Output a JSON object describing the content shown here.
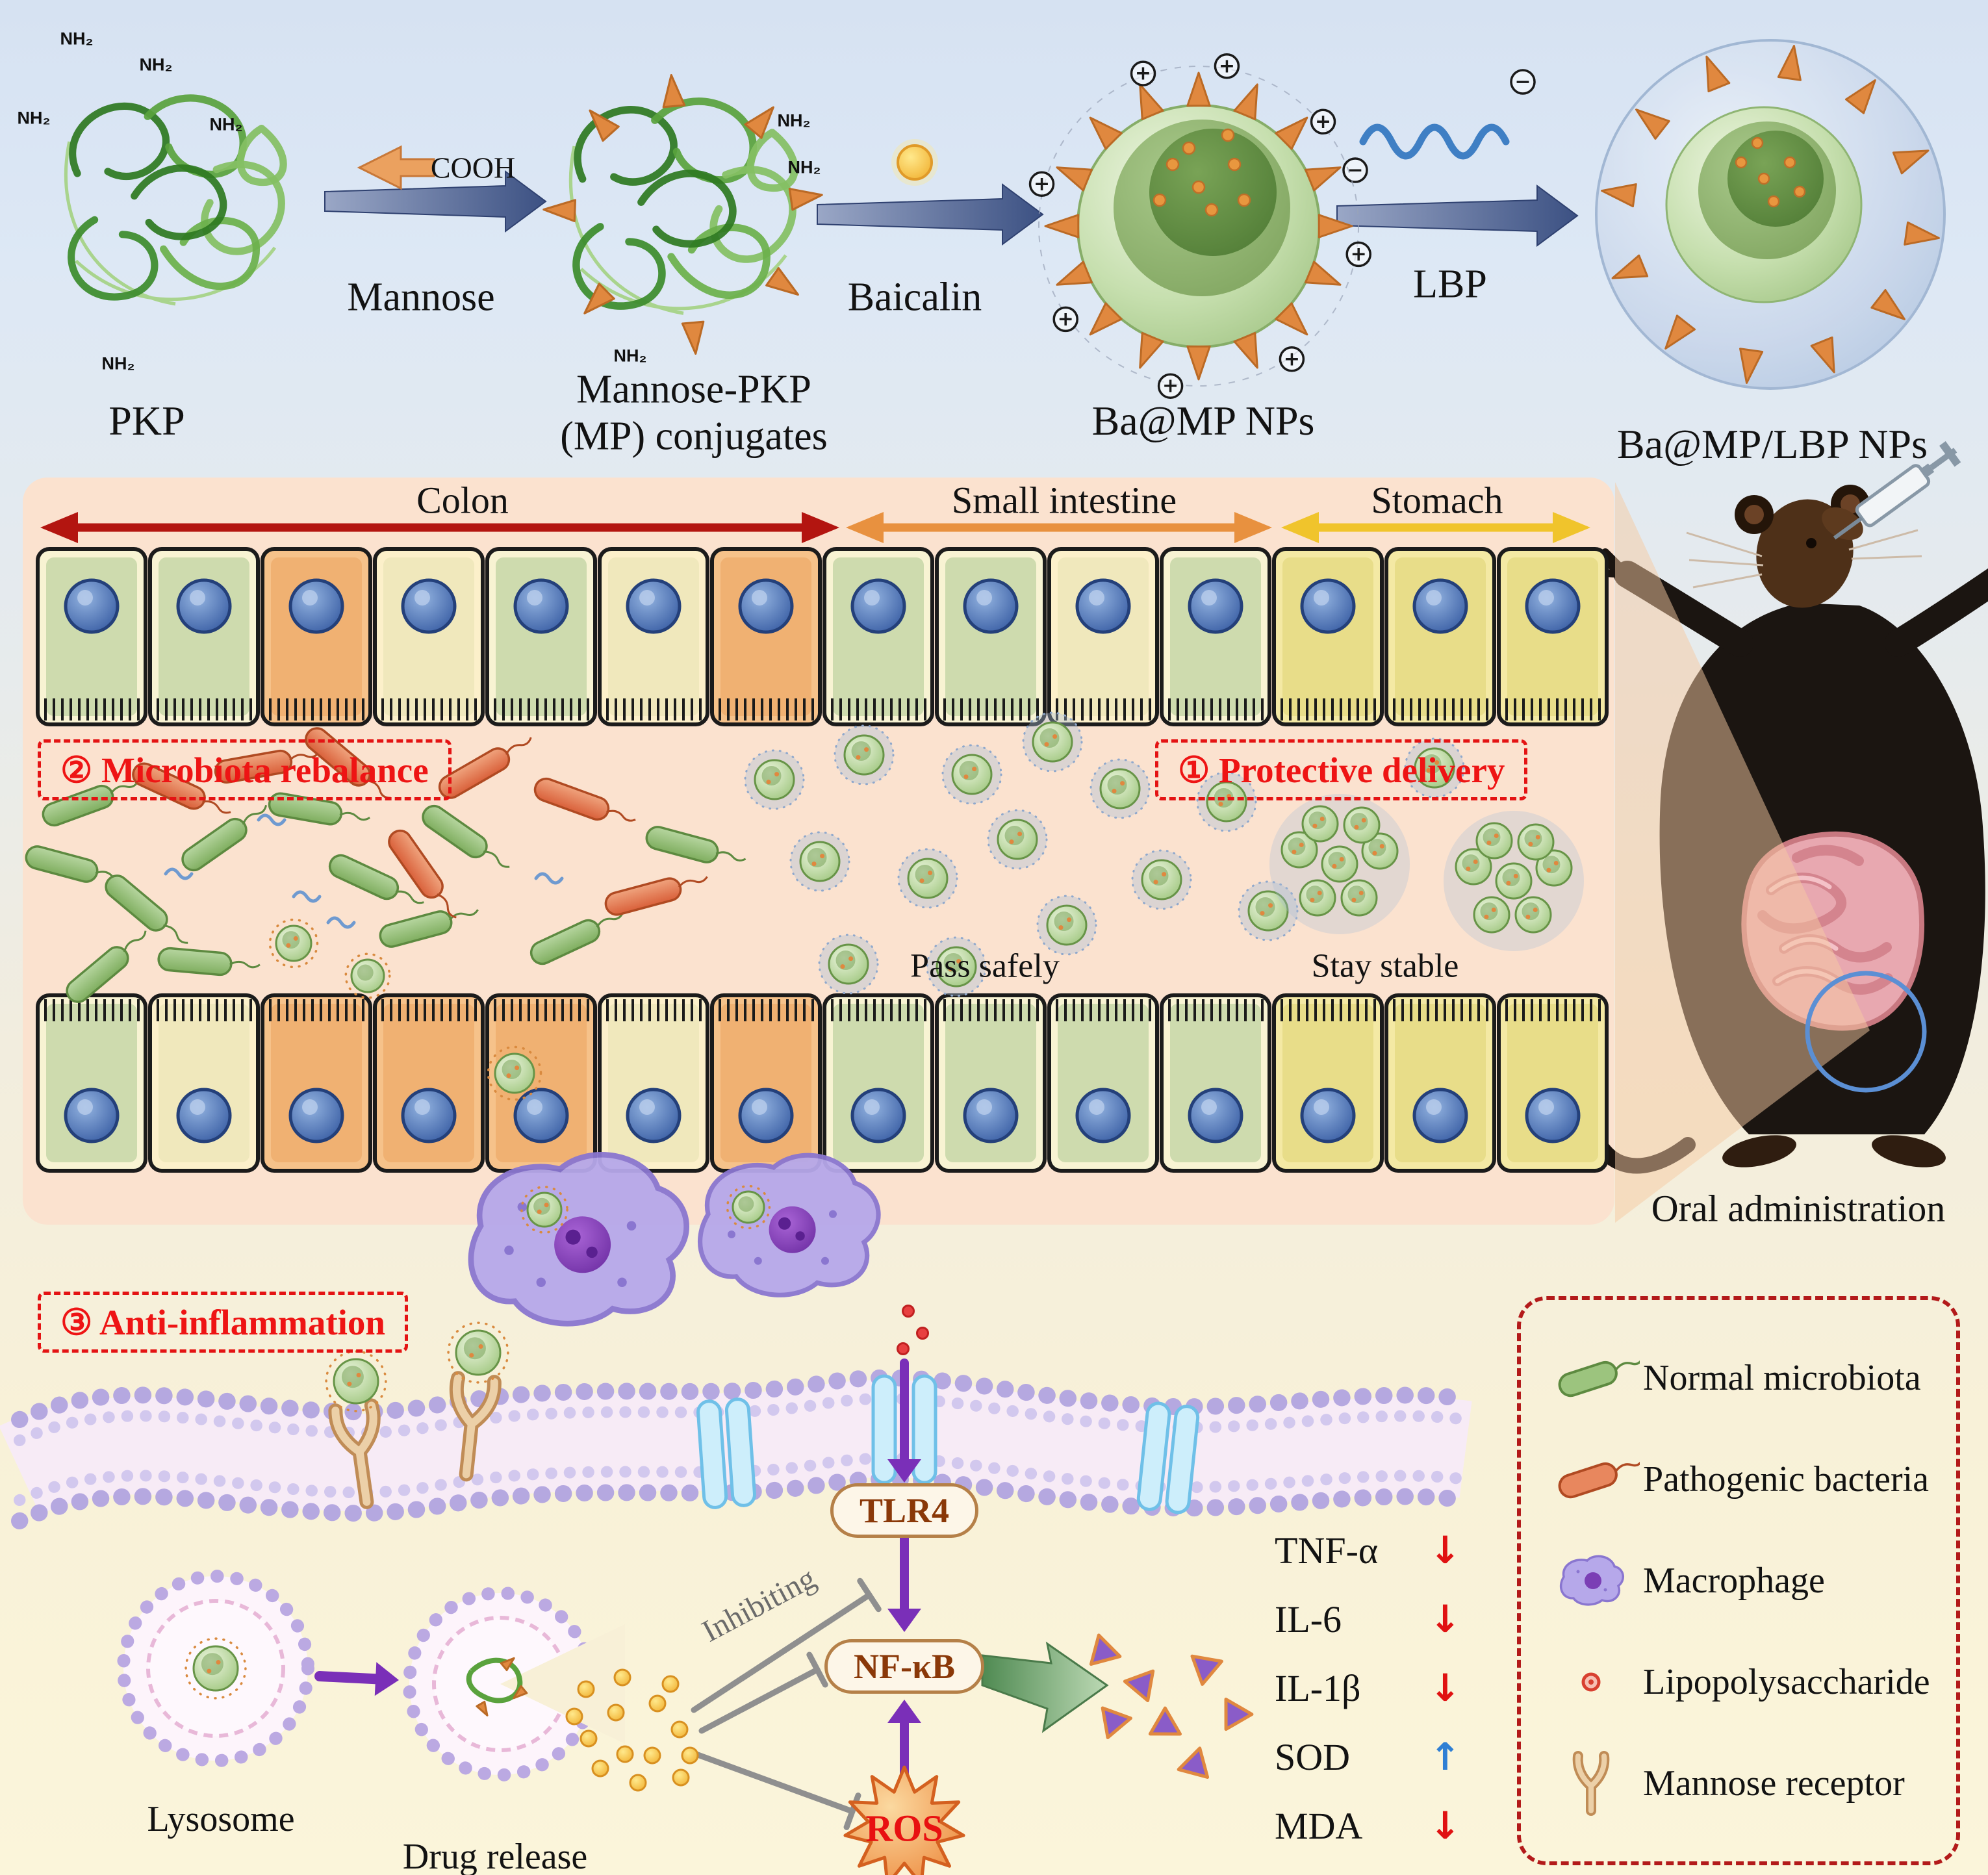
{
  "title": "Oral Ba@MP/LBP nanoparticle delivery schematic",
  "colors": {
    "accent_red": "#e41313",
    "arrow_blue": "#3c5183",
    "np_green": "#8fbf6f",
    "membrane_purple": "#b5a8e0",
    "panel_peach": "#fbe2cf"
  },
  "synthesis": {
    "pkp_label": "PKP",
    "nh2": "NH₂",
    "cooh": "COOH",
    "step1_reagent": "Mannose",
    "mp_label_line1": "Mannose-PKP",
    "mp_label_line2": "(MP) conjugates",
    "step2_reagent": "Baicalin",
    "bamp_label": "Ba@MP NPs",
    "step3_reagent": "LBP",
    "bamplbp_label": "Ba@MP/LBP NPs",
    "plus_symbol": "+",
    "minus_symbol": "−"
  },
  "gi": {
    "regions": [
      {
        "label": "Colon",
        "color": "#b31510"
      },
      {
        "label": "Small intestine",
        "color": "#e8913f"
      },
      {
        "label": "Stomach",
        "color": "#f0c42c"
      }
    ],
    "microbiota_tag": "② Microbiota rebalance",
    "protective_tag": "① Protective delivery",
    "pass_safely": "Pass safely",
    "stay_stable": "Stay stable",
    "oral_administration": "Oral administration"
  },
  "signaling": {
    "anti_inflammation_tag": "③ Anti-inflammation",
    "tlr4": "TLR4",
    "nfkb": "NF-κB",
    "inhibiting": "Inhibiting",
    "lysosome": "Lysosome",
    "drug_release": "Drug release",
    "ros": "ROS",
    "cytokines": [
      {
        "name": "TNF-α",
        "direction": "down",
        "arrow": "↓",
        "color": "#e01212"
      },
      {
        "name": "IL-6",
        "direction": "down",
        "arrow": "↓",
        "color": "#e01212"
      },
      {
        "name": "IL-1β",
        "direction": "down",
        "arrow": "↓",
        "color": "#e01212"
      },
      {
        "name": "SOD",
        "direction": "up",
        "arrow": "↑",
        "color": "#2f7fd4"
      },
      {
        "name": "MDA",
        "direction": "down",
        "arrow": "↓",
        "color": "#e01212"
      }
    ]
  },
  "legend": {
    "items": [
      {
        "icon": "normal-microbiota-icon",
        "label": "Normal microbiota"
      },
      {
        "icon": "pathogenic-bacteria-icon",
        "label": "Pathogenic bacteria"
      },
      {
        "icon": "macrophage-icon",
        "label": "Macrophage"
      },
      {
        "icon": "lipopolysaccharide-icon",
        "label": "Lipopolysaccharide"
      },
      {
        "icon": "mannose-receptor-icon",
        "label": "Mannose receptor"
      }
    ]
  }
}
